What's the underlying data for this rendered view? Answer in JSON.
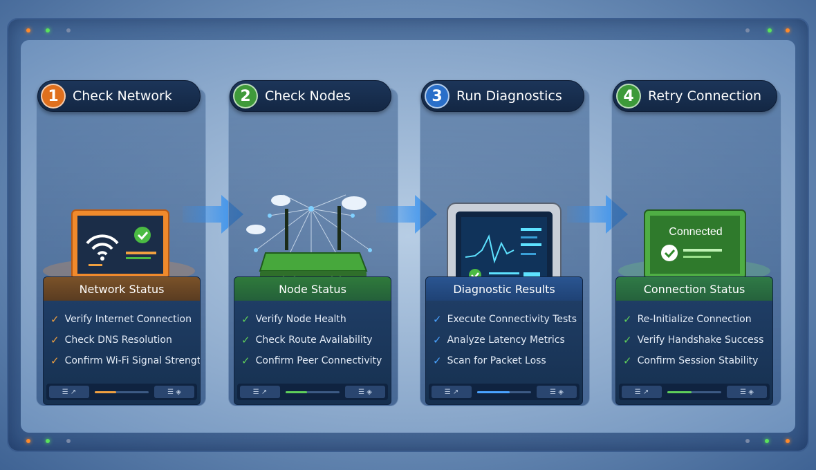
{
  "steps": [
    {
      "number": "1",
      "title": "Check Network",
      "accent": "#e0701e",
      "status_title": "Network Status",
      "status_head_color": "#6a4727",
      "check_color": "#f0a040",
      "checks": [
        "Verify Internet Connection",
        "Check DNS Resolution",
        "Confirm Wi-Fi Signal Strength"
      ],
      "illustration": "laptop-wifi-icon"
    },
    {
      "number": "2",
      "title": "Check Nodes",
      "accent": "#3f9a3a",
      "status_title": "Node Status",
      "status_head_color": "#2b6d35",
      "check_color": "#5fcf5a",
      "checks": [
        "Verify Node Health",
        "Check Route Availability",
        "Confirm Peer Connectivity"
      ],
      "illustration": "router-network-icon"
    },
    {
      "number": "3",
      "title": "Run Diagnostics",
      "accent": "#2a6fc9",
      "status_title": "Diagnostic Results",
      "status_head_color": "#23497e",
      "check_color": "#4aa3ff",
      "checks": [
        "Execute Connectivity Tests",
        "Analyze Latency Metrics",
        "Scan for Packet Loss"
      ],
      "illustration": "diagnostic-monitor-icon"
    },
    {
      "number": "4",
      "title": "Retry Connection",
      "accent": "#3d9a3a",
      "status_title": "Connection Status",
      "status_head_color": "#2a6b3c",
      "check_color": "#5fcf5a",
      "checks": [
        "Re-Initialize Connection",
        "Verify Handshake Success",
        "Confirm Session Stability"
      ],
      "illustration": "laptop-connected-icon",
      "screen_text": "Connected"
    }
  ],
  "colors": {
    "arrow": "#2f8ef0",
    "frame_border": "#3b5d8f"
  }
}
